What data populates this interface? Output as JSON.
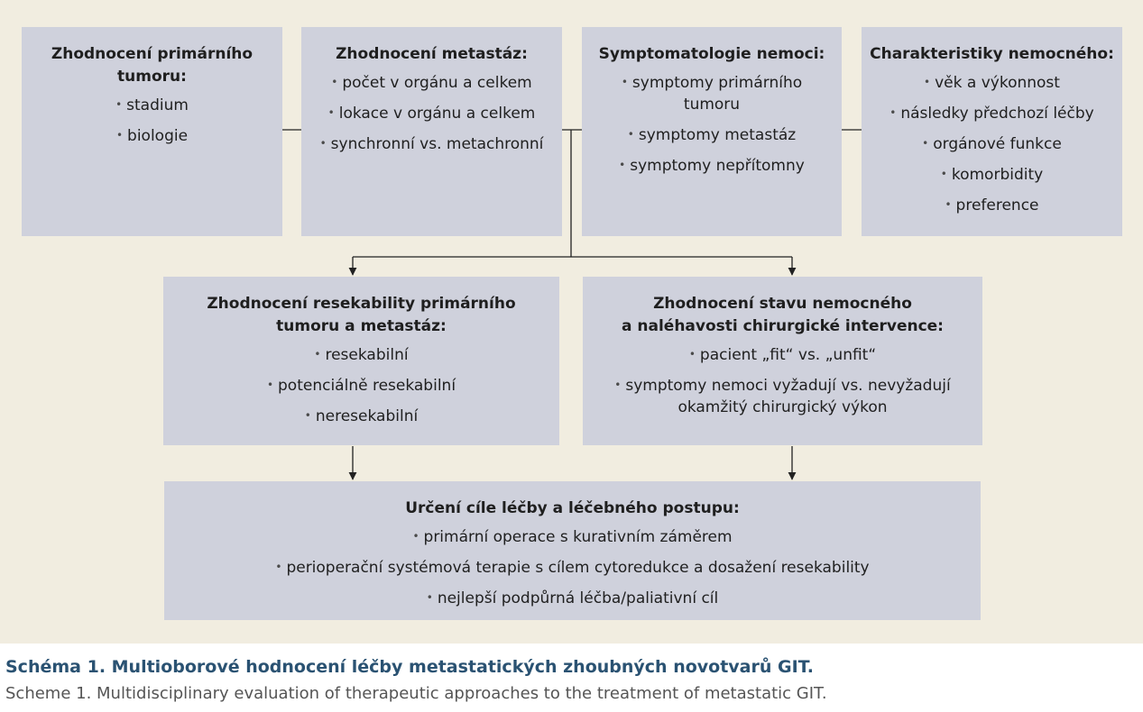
{
  "colors": {
    "panel_background": "#f1ede0",
    "box_fill": "#cfd1dc",
    "connector": "#222222",
    "caption_title": "#2a5272",
    "caption_subtitle": "#555555"
  },
  "diagram": {
    "nodes": [
      {
        "id": "primary_tumor",
        "title": "Zhodnocení primárního\ntumoru:",
        "items": [
          "stadium",
          "biologie"
        ]
      },
      {
        "id": "metastases",
        "title": "Zhodnocení metastáz:",
        "items": [
          "počet  v orgánu a celkem",
          "lokace v orgánu a  celkem",
          "synchronní vs. metachronní"
        ]
      },
      {
        "id": "symptomatology",
        "title": "Symptomatologie nemoci:",
        "items": [
          "symptomy primárního\ntumoru",
          "symptomy metastáz",
          "symptomy nepřítomny"
        ]
      },
      {
        "id": "patient_characteristics",
        "title": "Charakteristiky nemocného:",
        "items": [
          "věk a výkonnost",
          "následky předchozí léčby",
          "orgánové funkce",
          "komorbidity",
          "preference"
        ]
      },
      {
        "id": "resectability",
        "title": "Zhodnocení resekability primárního\ntumoru a metastáz:",
        "items": [
          "resekabilní",
          "potenciálně resekabilní",
          "neresekabilní"
        ]
      },
      {
        "id": "patient_state",
        "title": "Zhodnocení stavu nemocného\na naléhavosti chirurgické intervence:",
        "items": [
          "pacient „fit“ vs. „unfit“",
          "symptomy nemoci vyžadují vs. nevyžadují\nokamžitý chirurgický výkon"
        ]
      },
      {
        "id": "treatment_goal",
        "title": "Určení cíle léčby a léčebného postupu:",
        "items": [
          "primární operace s kurativním záměrem",
          "perioperační systémová terapie s cílem cytoredukce a dosažení resekability",
          "nejlepší podpůrná léčba/paliativní cíl"
        ]
      }
    ],
    "edges": [
      {
        "from": "primary_tumor",
        "to": "resectability"
      },
      {
        "from": "metastases",
        "to": "resectability"
      },
      {
        "from": "symptomatology",
        "to": "patient_state"
      },
      {
        "from": "patient_characteristics",
        "to": "patient_state"
      },
      {
        "from": "resectability",
        "to": "treatment_goal"
      },
      {
        "from": "patient_state",
        "to": "treatment_goal"
      }
    ]
  },
  "caption": {
    "title": "Schéma 1. Multioborové hodnocení léčby metastatických zhoubných novotvarů GIT.",
    "subtitle": "Scheme 1. Multidisciplinary evaluation of therapeutic approaches to the treatment of metastatic GIT."
  }
}
